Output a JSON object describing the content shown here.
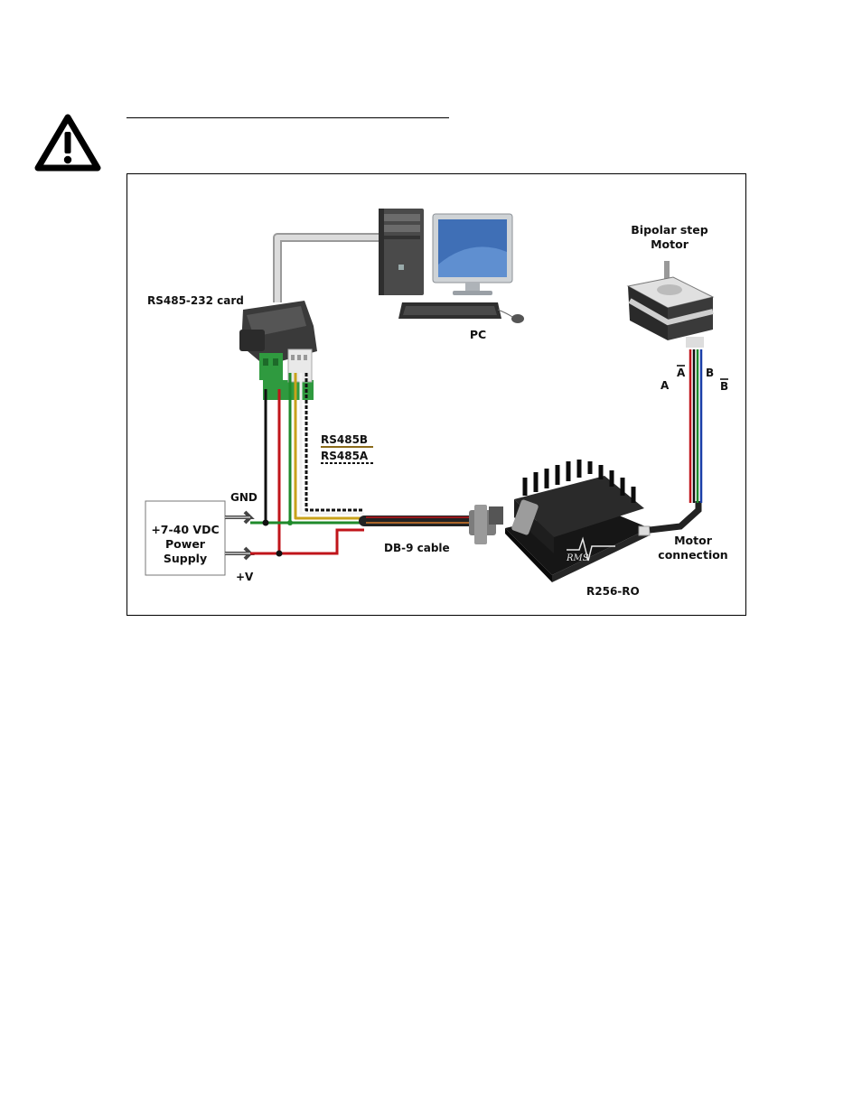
{
  "page": {
    "warning_icon": "warning-triangle-icon"
  },
  "diagram": {
    "labels": {
      "rs485_card": "RS485-232 card",
      "pc": "PC",
      "motor_line1": "Bipolar step",
      "motor_line2": "Motor",
      "phase_a": "A",
      "phase_a_bar": "A",
      "phase_b": "B",
      "phase_b_bar": "B",
      "rs485b": "RS485B",
      "rs485a": "RS485A",
      "gnd": "GND",
      "psu_line1": "+7-40 VDC",
      "psu_line2": "Power",
      "psu_line3": "Supply",
      "plus_v": "+V",
      "db9": "DB-9 cable",
      "motor_conn_line1": "Motor",
      "motor_conn_line2": "connection",
      "driver": "R256-RO",
      "driver_brand": "RMS"
    },
    "colors": {
      "wire_red": "#c0141a",
      "wire_green": "#1f8a2b",
      "wire_black": "#111111",
      "wire_blue": "#1a3fa8",
      "card_green": "#2f9a3f",
      "heatsink": "#1c1c1c",
      "cable_gray": "#b9b9b9"
    }
  }
}
